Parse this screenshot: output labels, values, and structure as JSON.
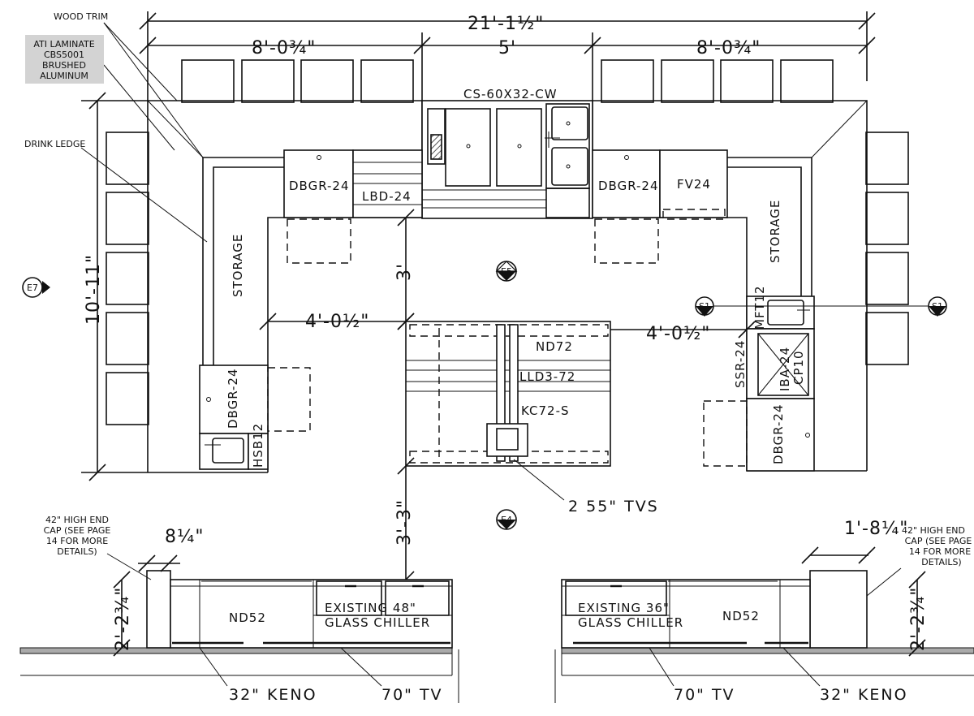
{
  "dimensions": {
    "overall_width": "21'-1½\"",
    "left_run": "8'-0¾\"",
    "center_run": "5'",
    "right_run": "8'-0¾\"",
    "depth": "10'-11\"",
    "aisle_left": "4'-0½\"",
    "aisle_right": "4'-0½\"",
    "top_clearance": "3'",
    "bottom_clearance": "3'-3\"",
    "end_cap_left": "8¼\"",
    "end_cap_right": "1'-8¼\"",
    "elev_height_left": "2'-2¾\"",
    "elev_height_right": "2'-2¾\""
  },
  "notes": {
    "wood_trim": "WOOD TRIM",
    "laminate": [
      "ATI LAMINATE",
      "CBS5001",
      "BRUSHED",
      "ALUMINUM"
    ],
    "drink_ledge": "DRINK LEDGE",
    "end_cap_left": [
      "42\" HIGH END",
      "CAP (SEE PAGE",
      "14 FOR MORE",
      "DETAILS)"
    ],
    "end_cap_right": [
      "42\" HIGH END",
      "CAP (SEE PAGE",
      "14 FOR MORE",
      "DETAILS)"
    ]
  },
  "equipment": {
    "sink": "CS-60X32-CW",
    "dbgr_top_left": "DBGR-24",
    "lbd": "LBD-24",
    "dbgr_top_right": "DBGR-24",
    "fv": "FV24",
    "storage_left": "STORAGE",
    "storage_right": "STORAGE",
    "dbgr_left": "DBGR-24",
    "hsb": "HSB12",
    "mft": "MFT12",
    "ssr": "SSR-24",
    "iba": "IBA-24",
    "cp": "CP10",
    "dbgr_right": "DBGR-24",
    "nd72": "ND72",
    "lld": "LLD3-72",
    "kc": "KC72-S",
    "tvs": "2 55\" TVS"
  },
  "markers": {
    "e7": "E7",
    "e5": "E5",
    "e4": "E4",
    "s1_left": "S1",
    "s1_right": "S1"
  },
  "elevations": {
    "left": {
      "nd": "ND52",
      "chiller": [
        "EXISTING 48\"",
        "GLASS CHILLER"
      ],
      "keno": "32\" KENO",
      "tv": "70\" TV"
    },
    "right": {
      "chiller": [
        "EXISTING 36\"",
        "GLASS CHILLER"
      ],
      "nd": "ND52",
      "tv": "70\" TV",
      "keno": "32\" KENO"
    }
  }
}
